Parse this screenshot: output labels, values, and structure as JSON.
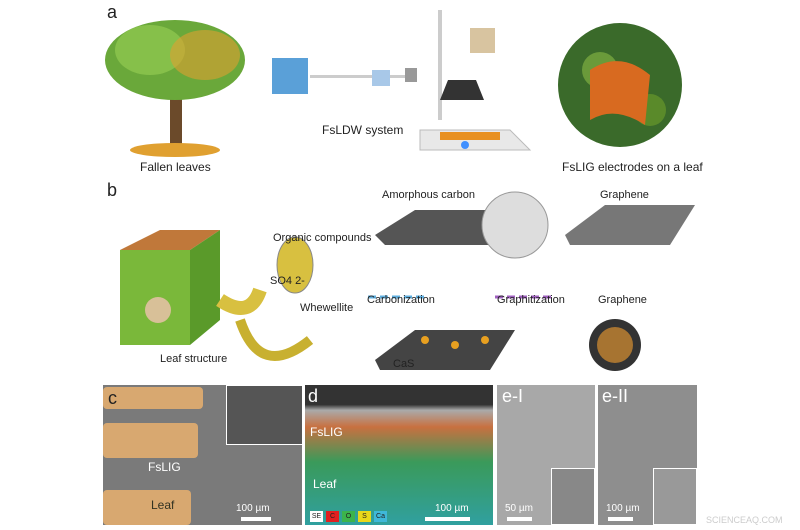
{
  "panels": {
    "a": {
      "label": "a",
      "fallen_leaves": "Fallen leaves",
      "system": "FsLDW system",
      "electrodes": "FsLIG electrodes on a leaf"
    },
    "b": {
      "label": "b",
      "amorphous": "Amorphous carbon",
      "graphene1": "Graphene",
      "organic": "Organic compounds",
      "sulfate": "SO4 2-",
      "whewellite": "Whewellite",
      "carbonization": "Carbonization",
      "graphitization": "Graphitization",
      "graphene2": "Graphene",
      "leaf_structure": "Leaf structure",
      "cas": "CaS"
    },
    "c": {
      "label": "c",
      "fslig": "FsLIG",
      "leaf": "Leaf",
      "scale": "100 µm"
    },
    "d": {
      "label": "d",
      "fslig": "FsLIG",
      "leaf": "Leaf",
      "scale": "100 µm",
      "legend": [
        {
          "label": "SE",
          "color": "#ffffff"
        },
        {
          "label": "C",
          "color": "#e02020"
        },
        {
          "label": "O",
          "color": "#3cb44b"
        },
        {
          "label": "S",
          "color": "#e8d81a"
        },
        {
          "label": "Ca",
          "color": "#3fb8d8"
        }
      ]
    },
    "e1": {
      "label": "e-I",
      "scale": "50 µm"
    },
    "e2": {
      "label": "e-II",
      "scale": "100 µm"
    }
  },
  "watermark": "SCIENCEAQ.COM"
}
